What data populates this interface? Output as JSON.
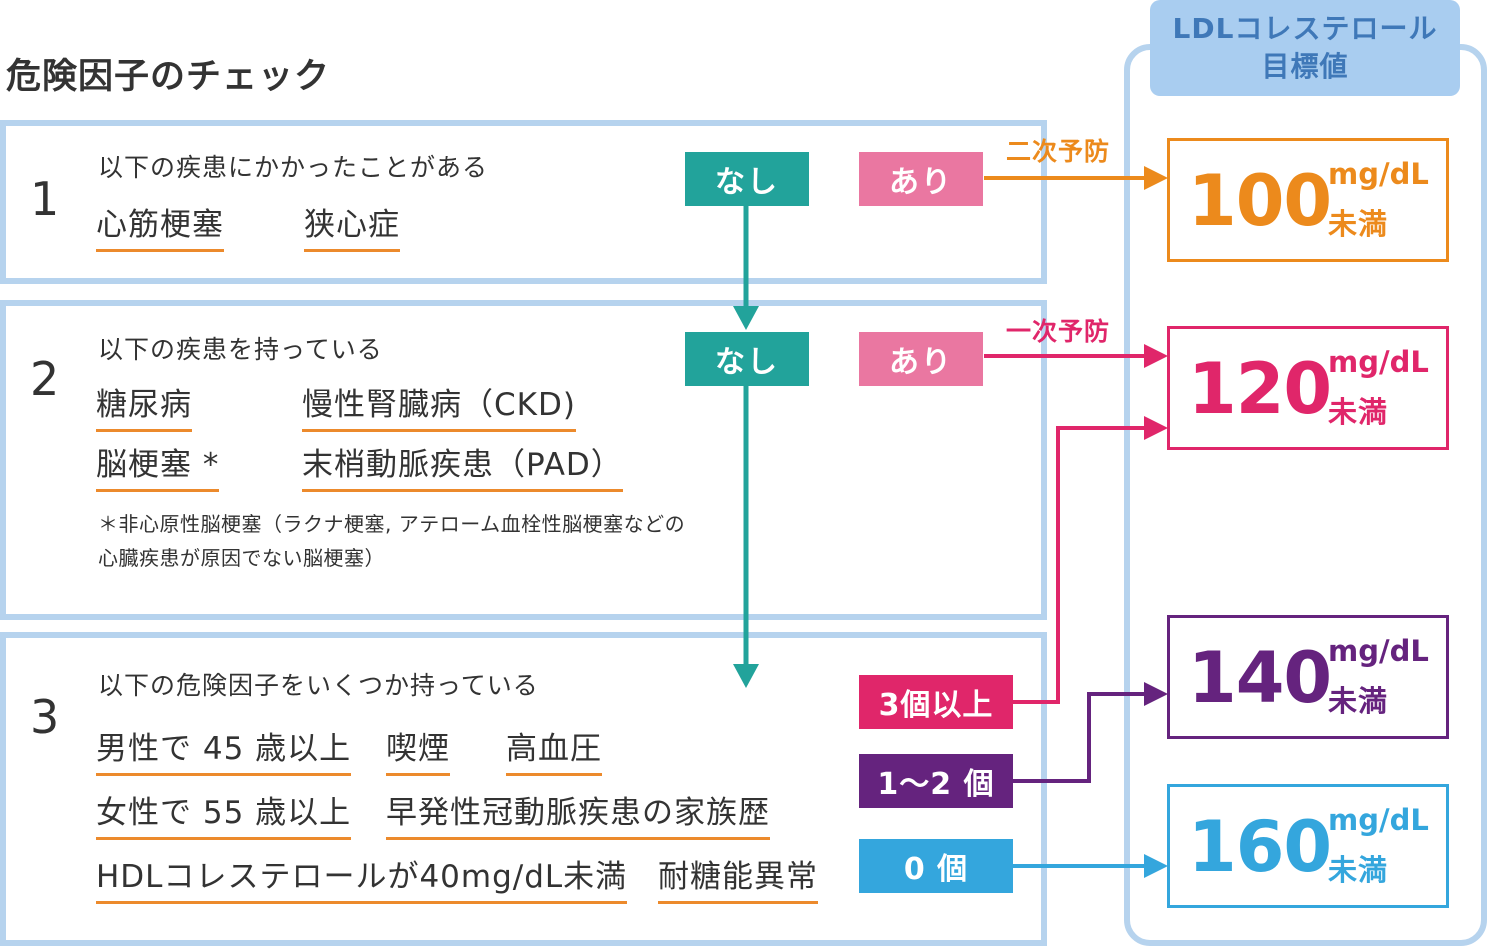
{
  "title": "危険因子のチェック",
  "target_column": {
    "header_line1": "LDLコレステロール",
    "header_line2": "目標値"
  },
  "sections": {
    "s1": {
      "number": "1",
      "question": "以下の疾患にかかったことがある",
      "items": [
        "心筋梗塞",
        "狭心症"
      ],
      "no_label": "なし",
      "yes_label": "あり",
      "prevention_label": "二次予防"
    },
    "s2": {
      "number": "2",
      "question": "以下の疾患を持っている",
      "items": [
        "糖尿病",
        "慢性腎臓病（CKD)",
        "脳梗塞 *",
        "末梢動脈疾患（PAD）"
      ],
      "note_line1": "＊非心原性脳梗塞（ラクナ梗塞, アテローム血栓性脳梗塞などの",
      "note_line2": "心臓疾患が原因でない脳梗塞）",
      "no_label": "なし",
      "yes_label": "あり",
      "prevention_label": "一次予防"
    },
    "s3": {
      "number": "3",
      "question": "以下の危険因子をいくつか持っている",
      "items": [
        "男性で 45 歳以上",
        "喫煙",
        "高血圧",
        "女性で 55 歳以上",
        "早発性冠動脈疾患の家族歴",
        "HDLコレステロールが40mg/dL未満",
        "耐糖能異常"
      ],
      "count_3plus": "3個以上",
      "count_1to2": "1〜2 個",
      "count_0": "0 個"
    }
  },
  "targets": [
    {
      "value": "100",
      "unit": "mg/dL",
      "suffix": "未満",
      "color": "#ec8a1c"
    },
    {
      "value": "120",
      "unit": "mg/dL",
      "suffix": "未満",
      "color": "#e0266a"
    },
    {
      "value": "140",
      "unit": "mg/dL",
      "suffix": "未満",
      "color": "#65237e"
    },
    {
      "value": "160",
      "unit": "mg/dL",
      "suffix": "未満",
      "color": "#34a6dd"
    }
  ],
  "colors": {
    "panel_border": "#b6d3ee",
    "underline": "#ec8a2c",
    "nashi": "#22a39b",
    "ari": "#ea77a1",
    "count_3plus": "#e0266a",
    "count_1to2": "#65237e",
    "count_0": "#34a6dd",
    "header_bg": "#a9cdf0",
    "header_text": "#3f78b8"
  }
}
